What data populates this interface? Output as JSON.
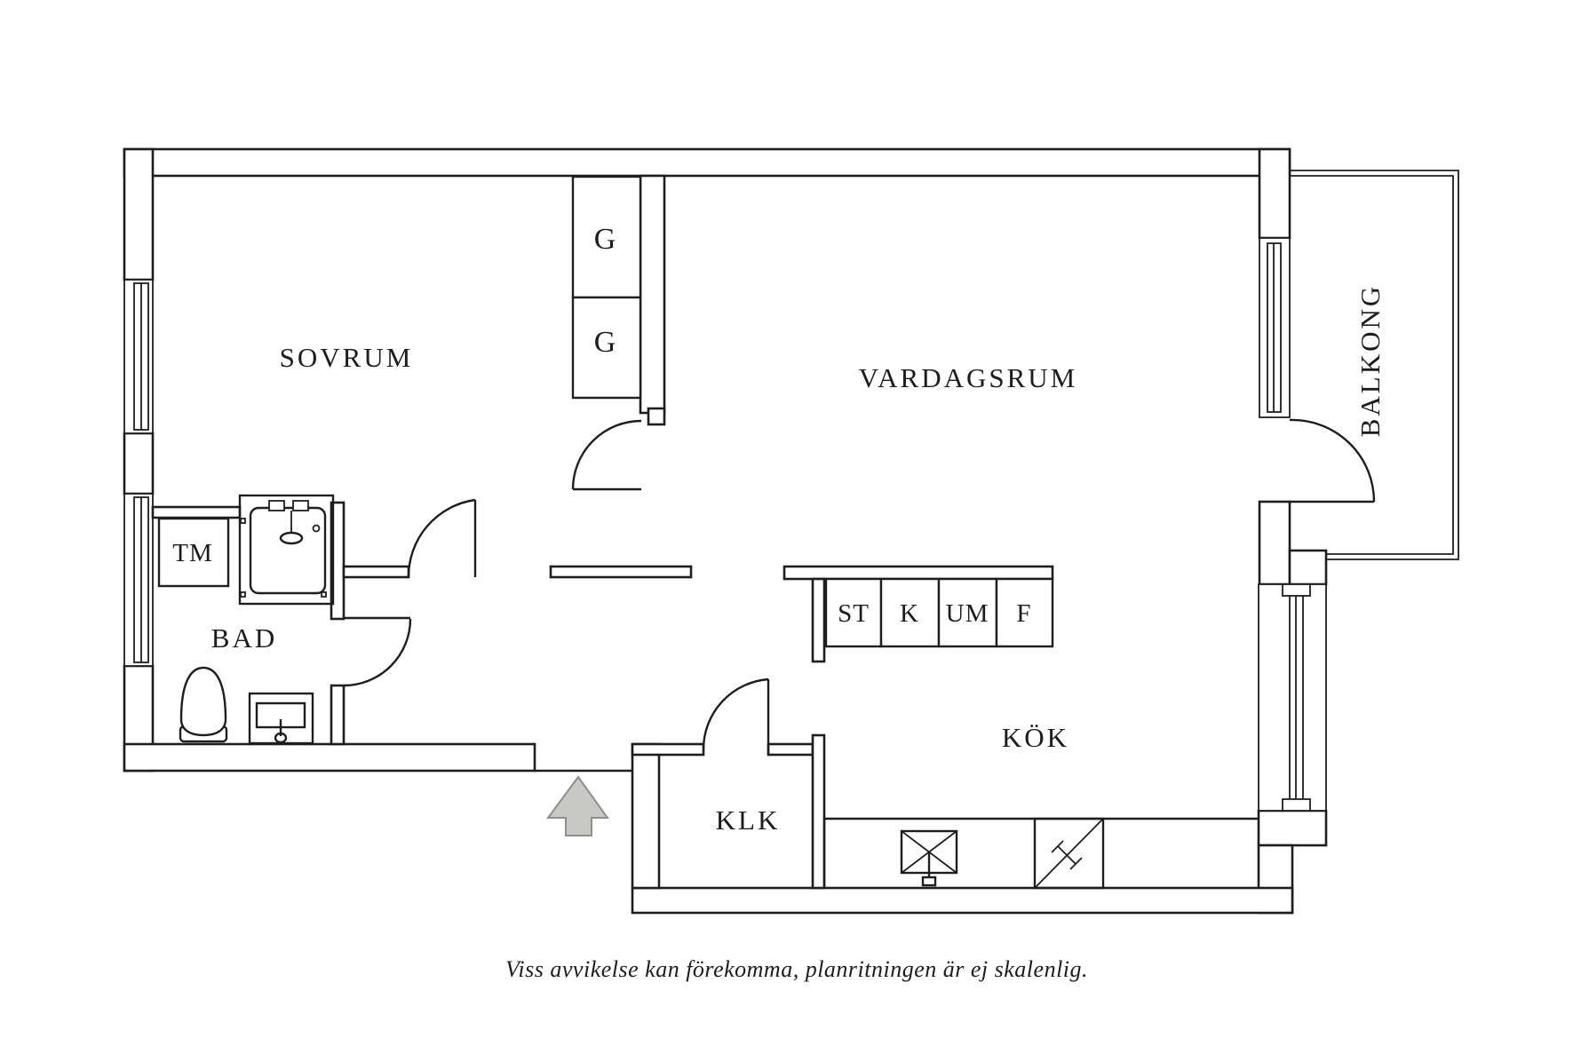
{
  "colors": {
    "line": "#1e1e1e",
    "arrow_fill": "#c8c9c4",
    "arrow_stroke": "#8e8f8b",
    "background": "#ffffff"
  },
  "floor_plan": {
    "rooms": {
      "bedroom": "SOVRUM",
      "living_room": "VARDAGSRUM",
      "bathroom": "BAD",
      "kitchen": "KÖK",
      "closet": "KLK",
      "balcony": "BALKONG"
    },
    "labels": {
      "washing_machine": "TM",
      "wardrobes": [
        "G",
        "G"
      ],
      "appliances": [
        "ST",
        "K",
        "UM",
        "F"
      ]
    },
    "caption": "Viss avvikelse kan förekomma, planritningen är ej skalenlig."
  }
}
